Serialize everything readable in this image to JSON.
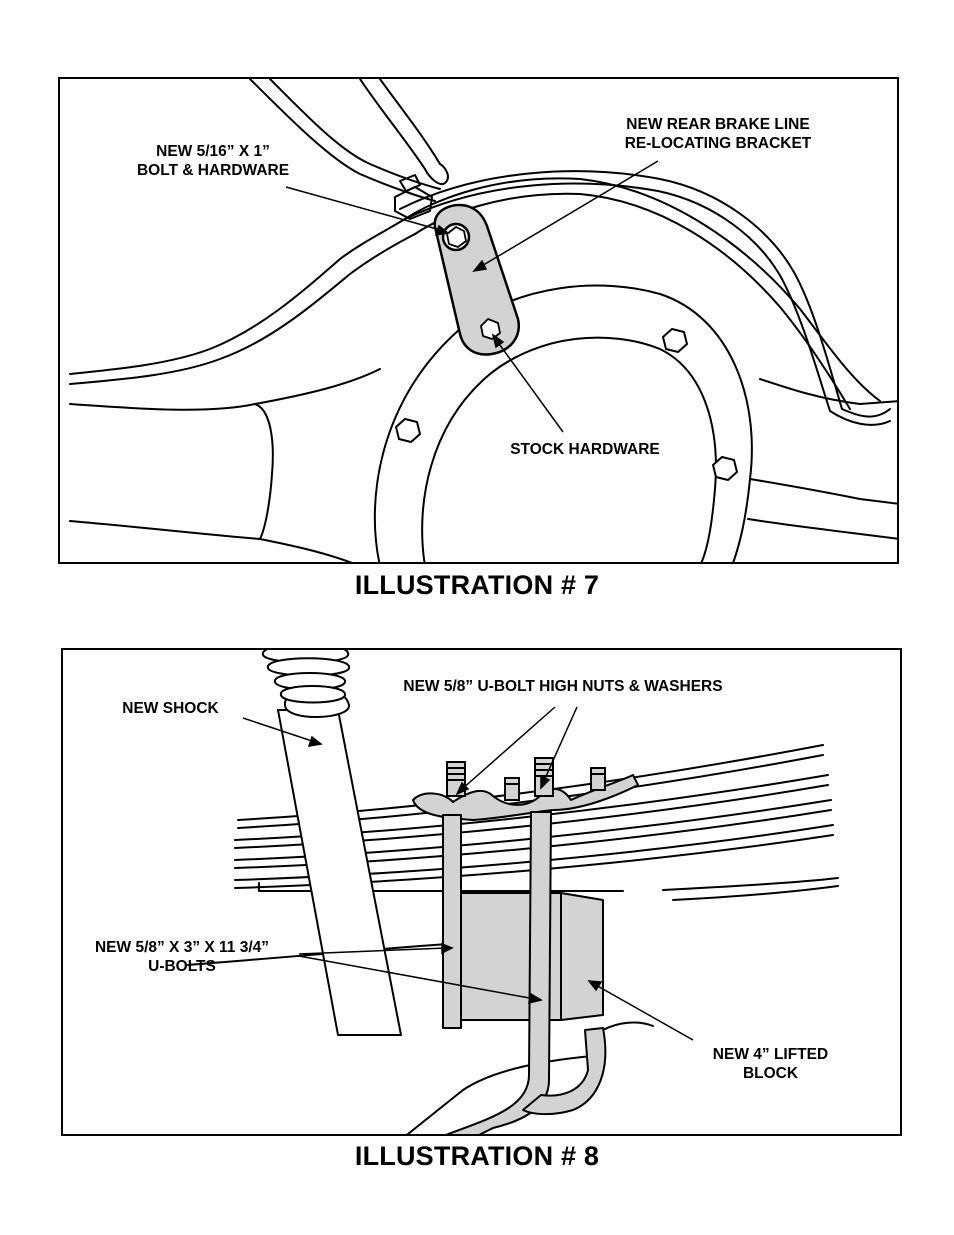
{
  "illustration_7": {
    "caption": "ILLUSTRATION # 7",
    "labels": {
      "bolt_line1": "NEW 5/16” X 1”",
      "bolt_line2": "BOLT & HARDWARE",
      "bracket_line1": "NEW REAR BRAKE LINE",
      "bracket_line2": "RE-LOCATING BRACKET",
      "stock": "STOCK HARDWARE"
    }
  },
  "illustration_8": {
    "caption": "ILLUSTRATION # 8",
    "labels": {
      "shock": "NEW SHOCK",
      "nuts": "NEW 5/8” U-BOLT HIGH NUTS & WASHERS",
      "ubolts_line1": "NEW 5/8” X 3” X 11 3/4”",
      "ubolts_line2": "U-BOLTS",
      "block_line1": "NEW 4” LIFTED",
      "block_line2": "BLOCK"
    }
  },
  "colors": {
    "line": "#000000",
    "part_fill": "#d3d3d3",
    "background": "#ffffff"
  }
}
